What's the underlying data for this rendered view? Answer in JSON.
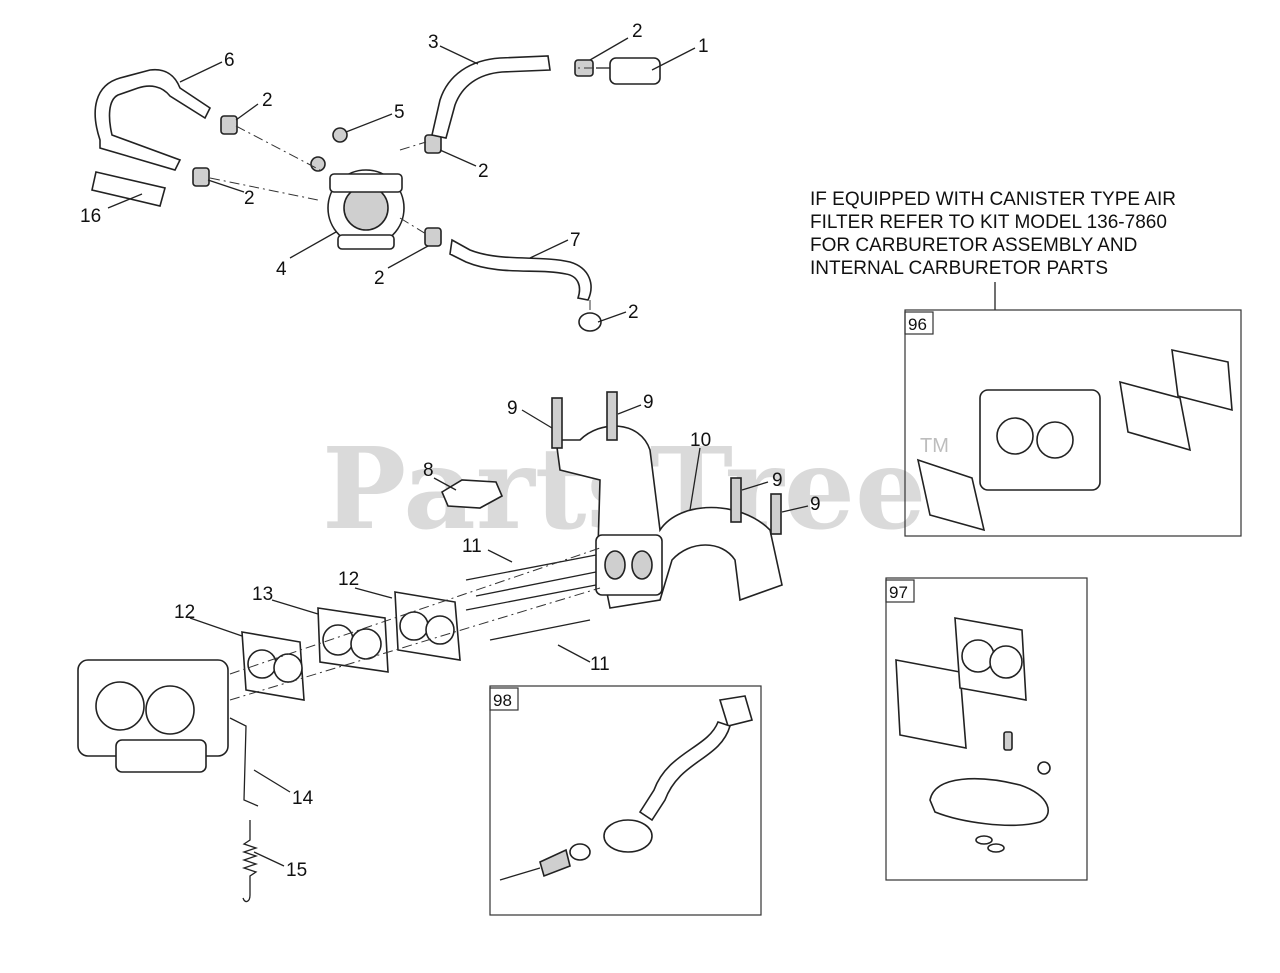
{
  "watermark": {
    "text": "PartsTree",
    "tm": "TM"
  },
  "note": {
    "lines": [
      "IF EQUIPPED WITH CANISTER TYPE AIR",
      "FILTER REFER TO KIT MODEL 136-7860",
      "FOR CARBURETOR ASSEMBLY AND",
      "INTERNAL CARBURETOR PARTS"
    ]
  },
  "kits": [
    {
      "id": "96"
    },
    {
      "id": "97"
    },
    {
      "id": "98"
    }
  ],
  "callouts": [
    "1",
    "2",
    "3",
    "2",
    "6",
    "2",
    "5",
    "2",
    "2",
    "16",
    "7",
    "4",
    "2",
    "2",
    "9",
    "9",
    "10",
    "8",
    "9",
    "9",
    "11",
    "12",
    "13",
    "12",
    "11",
    "14",
    "15"
  ]
}
